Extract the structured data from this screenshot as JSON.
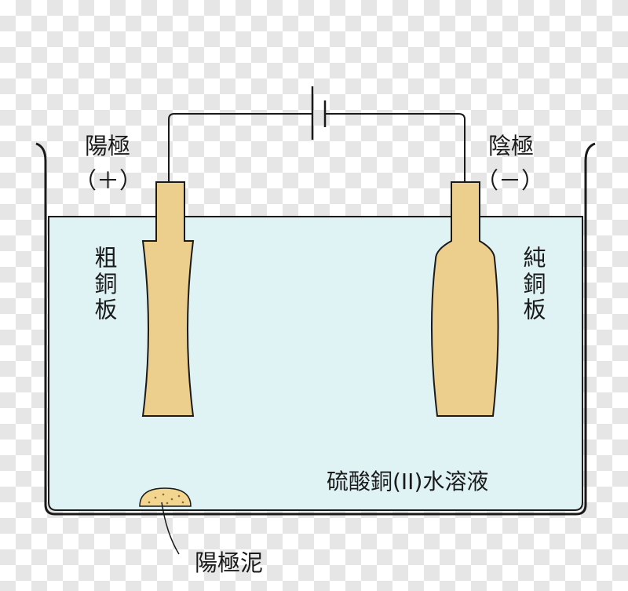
{
  "anode": {
    "name": "陽極",
    "sign": "（＋）",
    "material": "粗銅板"
  },
  "cathode": {
    "name": "陰極",
    "sign": "（－）",
    "material": "純銅板"
  },
  "electrolyte_label": "硫酸銅(II)水溶液",
  "sludge_label": "陽極泥",
  "colors": {
    "solution": "#dff3f5",
    "electrode": "#edcf8d",
    "sludge": "#f2d68f",
    "outline": "#1a1a1a"
  }
}
